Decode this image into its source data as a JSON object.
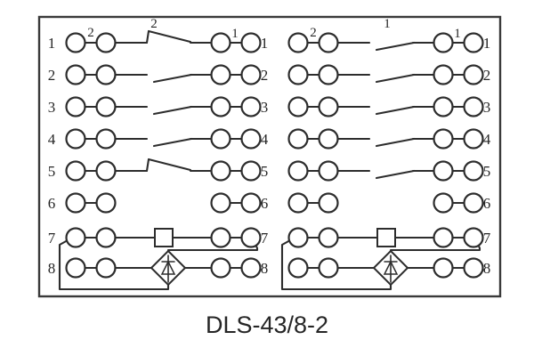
{
  "title": "DLS-43/8-2",
  "colors": {
    "background": "#ffffff",
    "line": "#2d2d2d",
    "border": "#3a3a3a",
    "text": "#262626"
  },
  "diagram": {
    "columns": [
      {
        "id": "left-contact-group",
        "show_left_numbers": true,
        "labels": {
          "pair_left": "2",
          "contact": "2",
          "pair_right": "1"
        },
        "rows": [
          {
            "number": "1",
            "middle": "contact-hooked"
          },
          {
            "number": "2",
            "middle": "contact-open"
          },
          {
            "number": "3",
            "middle": "contact-open"
          },
          {
            "number": "4",
            "middle": "contact-open"
          },
          {
            "number": "5",
            "middle": "contact-hooked"
          },
          {
            "number": "6",
            "middle": "none"
          },
          {
            "number": "7",
            "middle": "resistor"
          },
          {
            "number": "8",
            "middle": "diode"
          }
        ]
      },
      {
        "id": "right-contact-group",
        "show_left_numbers": false,
        "labels": {
          "pair_left": "2",
          "contact": "1",
          "pair_right": "1"
        },
        "rows": [
          {
            "number": "1",
            "middle": "contact-open"
          },
          {
            "number": "2",
            "middle": "contact-open"
          },
          {
            "number": "3",
            "middle": "contact-open"
          },
          {
            "number": "4",
            "middle": "contact-open"
          },
          {
            "number": "5",
            "middle": "contact-open"
          },
          {
            "number": "6",
            "middle": "none"
          },
          {
            "number": "7",
            "middle": "resistor"
          },
          {
            "number": "8",
            "middle": "diode"
          }
        ]
      }
    ]
  }
}
